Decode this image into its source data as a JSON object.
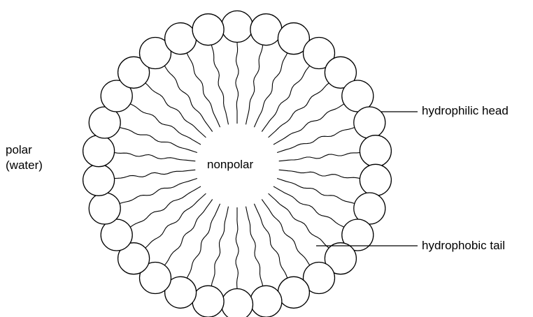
{
  "diagram": {
    "title": "",
    "head_count": 30,
    "labels": {
      "outside_line1": "polar",
      "outside_line2": "(water)",
      "center": "nonpolar",
      "head": "hydrophilic head",
      "tail": "hydrophobic tail"
    }
  },
  "colors": {
    "stroke": "#000000",
    "fill": "#ffffff",
    "background": "#ffffff"
  }
}
